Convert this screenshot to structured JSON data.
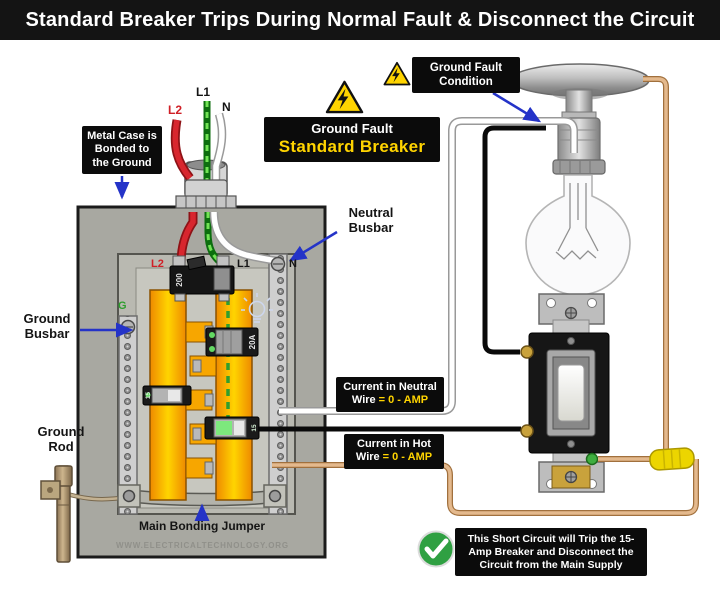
{
  "header": {
    "title": "Standard Breaker Trips During Normal Fault & Disconnect the Circuit"
  },
  "callouts": {
    "metal_case": "Metal Case is Bonded to the Ground",
    "breaker_type_line1": "Ground Fault",
    "breaker_type_line2": "Standard Breaker",
    "fault_condition": "Ground Fault Condition",
    "neutral_busbar": "Neutral Busbar",
    "ground_busbar": "Ground Busbar",
    "ground_rod": "Ground Rod",
    "main_bonding_jumper": "Main Bonding Jumper",
    "current_neutral_line1": "Current in Neutral",
    "current_neutral_prefix": "Wire",
    "current_neutral_value": "= 0 - AMP",
    "current_hot_line1": "Current in Hot",
    "current_hot_prefix": "Wire",
    "current_hot_value": "= 0 - AMP",
    "result_note": "This Short Circuit will Trip the 15-Amp Breaker and Disconnect the Circuit from the Main Supply"
  },
  "panel": {
    "watermark": "WWW.ELECTRICALTECHNOLOGY.ORG",
    "wire_labels": {
      "l2_top": "L2",
      "l1_top": "L1",
      "n_top": "N",
      "l2_inner": "L2",
      "l1_inner": "L1",
      "n_inner": "N",
      "g_inner": "G"
    },
    "breakers": {
      "main": "200",
      "branch_20a": "20A",
      "branch_15_left": "15",
      "branch_15_right": "15"
    }
  },
  "colors": {
    "accent_yellow": "#ffd400",
    "arrow_blue": "#2433c8",
    "success_green": "#2fa042",
    "busbar_orange": "#f7a600",
    "hot_wire_red": "#d42028",
    "current_path_green": "#2f9e2f",
    "ground_copper": "#e4b98d"
  }
}
